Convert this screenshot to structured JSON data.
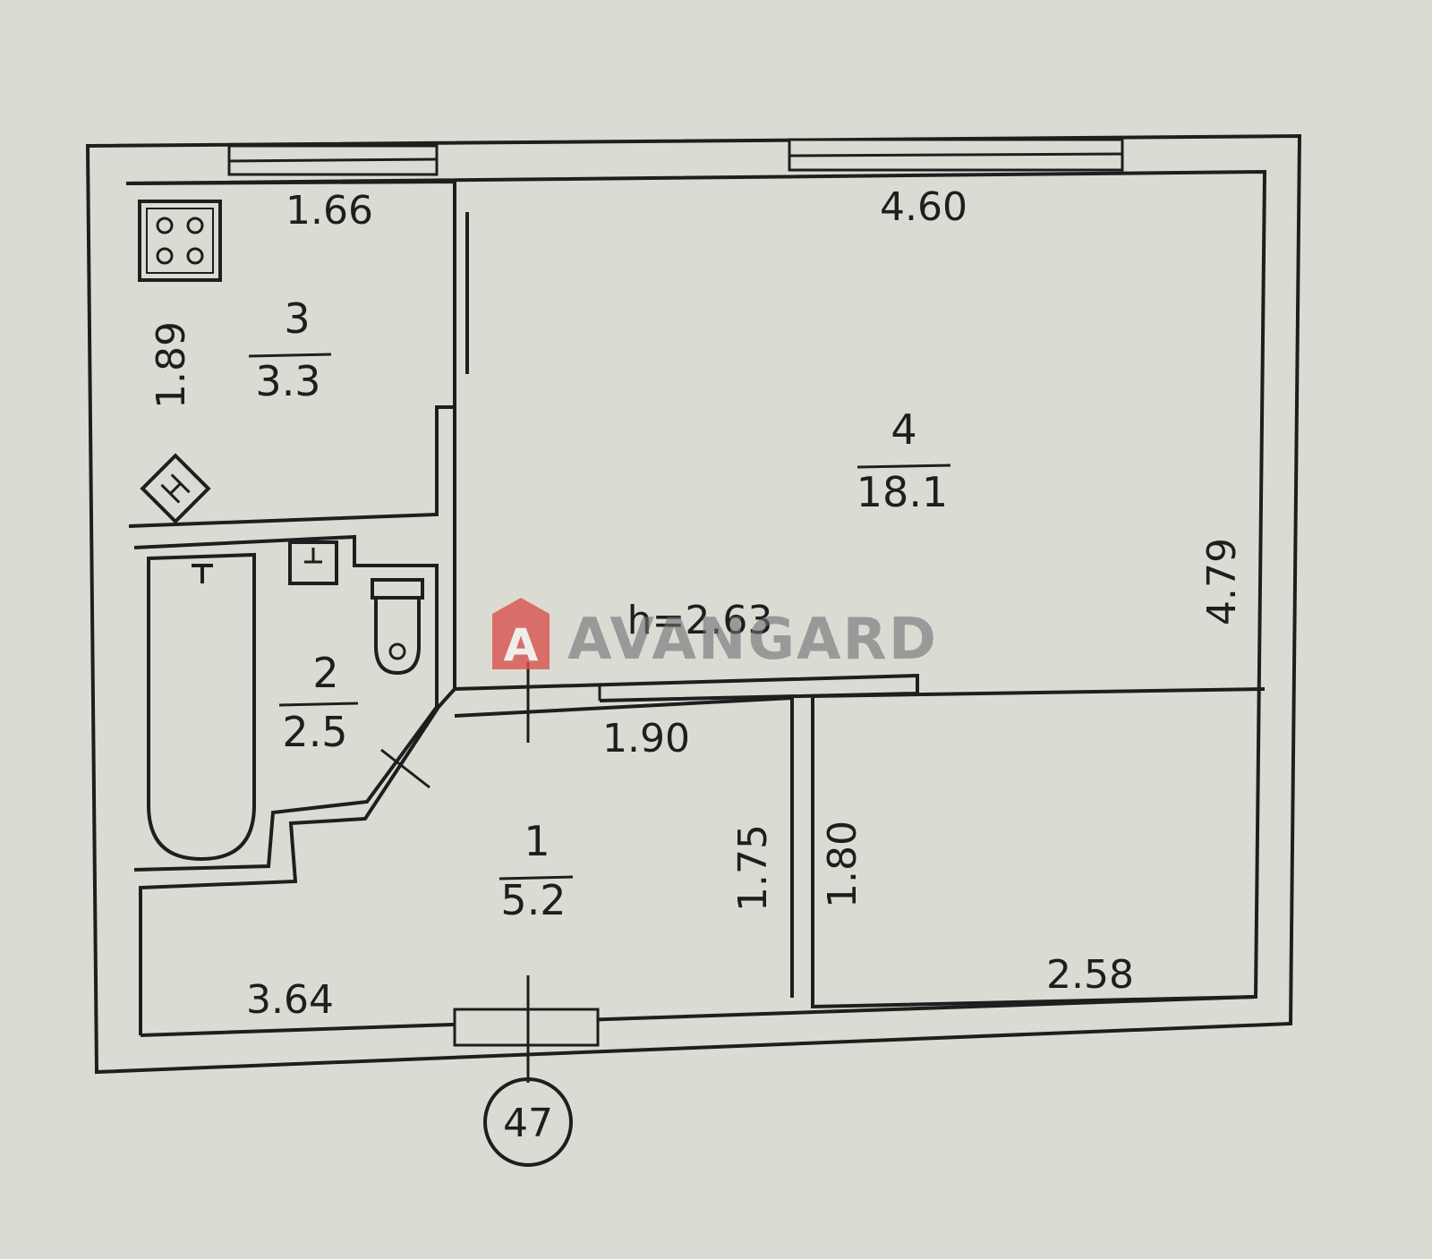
{
  "plan": {
    "ceiling_height": "h=2.63",
    "entrance_marker": "47",
    "watermark": {
      "logo_letter": "A",
      "text": "AVANGARD",
      "accent": "#d9534f"
    },
    "rooms": [
      {
        "number": "1",
        "area": "5.2"
      },
      {
        "number": "2",
        "area": "2.5"
      },
      {
        "number": "3",
        "area": "3.3"
      },
      {
        "number": "4",
        "area": "18.1"
      }
    ],
    "dimensions": {
      "kitchen_width": "1.66",
      "kitchen_length": "1.89",
      "living_width_top": "4.60",
      "living_length": "4.79",
      "hall_width": "1.90",
      "hall_depth": "1.75",
      "living_alcove_depth": "1.80",
      "hall_length_bottom": "3.64",
      "living_width_bottom": "2.58"
    },
    "icons": [
      "stove-icon",
      "boiler-icon",
      "bathtub-icon",
      "sink-icon",
      "toilet-icon"
    ],
    "colors": {
      "paper": "#dcdbd3",
      "ink": "#1e1e1e"
    }
  }
}
